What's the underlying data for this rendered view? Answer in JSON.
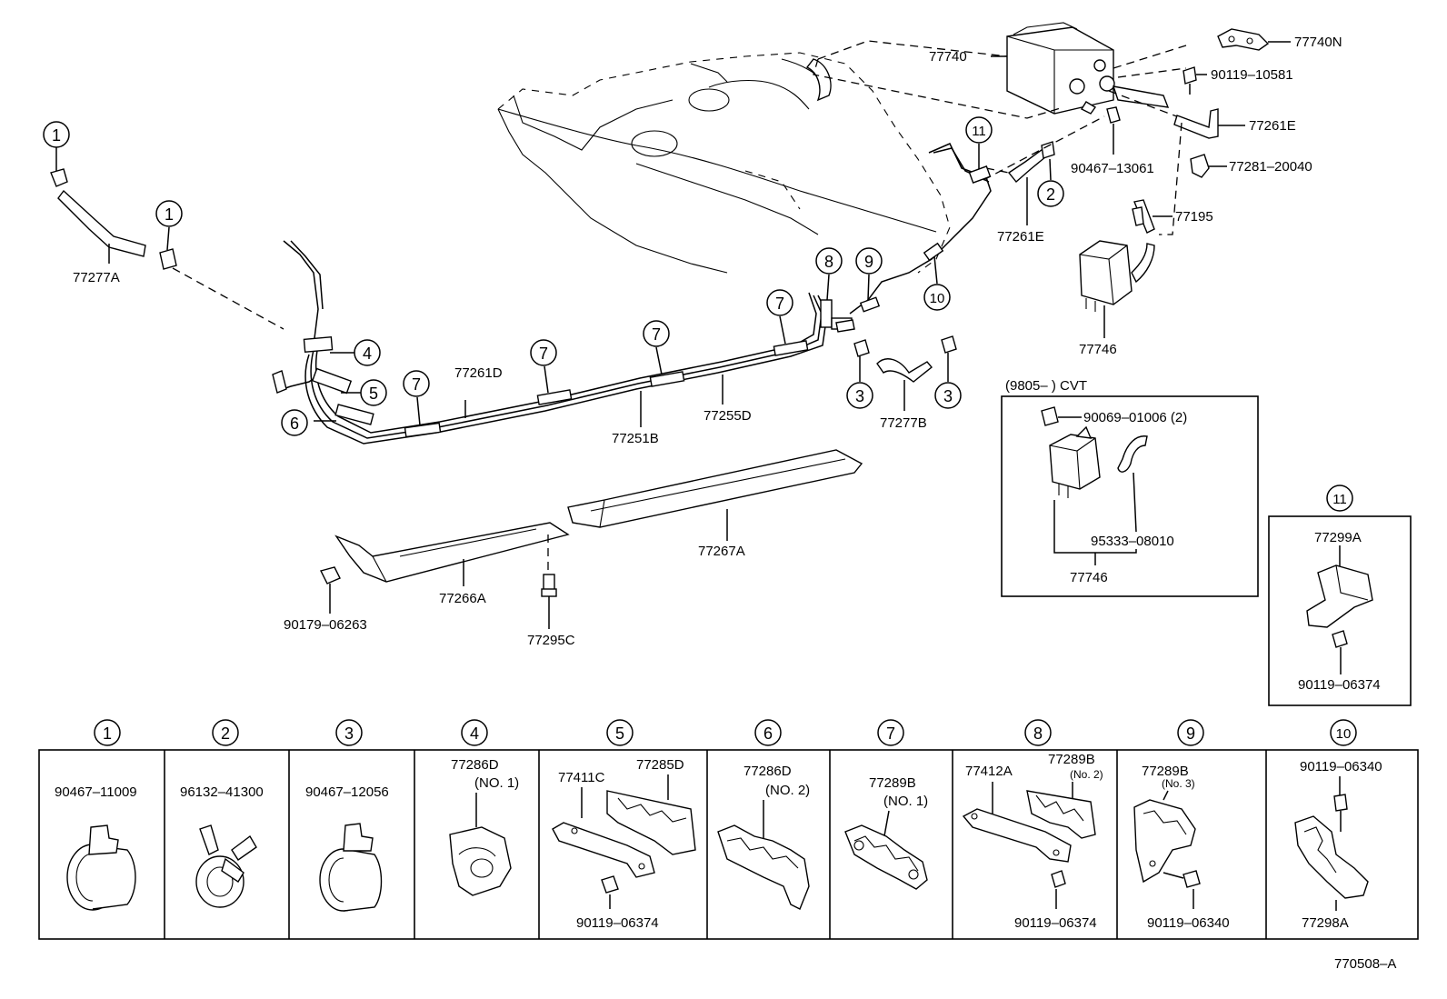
{
  "diagram": {
    "figure_code": "770508–A",
    "callouts": [
      "1",
      "2",
      "3",
      "4",
      "5",
      "6",
      "7",
      "8",
      "9",
      "10",
      "11"
    ],
    "parts": {
      "p77740": "77740",
      "p77740N": "77740N",
      "p90119_10581": "90119–10581",
      "p77261E_a": "77261E",
      "p90467_13061": "90467–13061",
      "p77281_20040": "77281–20040",
      "p77195": "77195",
      "p77261E_b": "77261E",
      "p77746": "77746",
      "p77277A": "77277A",
      "p77261D": "77261D",
      "p77251B": "77251B",
      "p77255D": "77255D",
      "p77277B": "77277B",
      "p77267A": "77267A",
      "p77266A": "77266A",
      "p90179_06263": "90179–06263",
      "p77295C": "77295C"
    },
    "cvt_box": {
      "title": "(9805–        ) CVT",
      "bolt": "90069–01006 (2)",
      "hose": "95333–08010",
      "vsv": "77746"
    },
    "clamp11_box": {
      "callout": "11",
      "bracket": "77299A",
      "bolt": "90119–06374"
    },
    "table": [
      {
        "callout": "1",
        "parts": [
          "90467–11009"
        ]
      },
      {
        "callout": "2",
        "parts": [
          "96132–41300"
        ]
      },
      {
        "callout": "3",
        "parts": [
          "90467–12056"
        ]
      },
      {
        "callout": "4",
        "parts": [
          "77286D",
          "(NO. 1)"
        ]
      },
      {
        "callout": "5",
        "parts": [
          "77411C",
          "77285D",
          "90119–06374"
        ]
      },
      {
        "callout": "6",
        "parts": [
          "77286D",
          "(NO. 2)"
        ]
      },
      {
        "callout": "7",
        "parts": [
          "77289B",
          "(NO. 1)"
        ]
      },
      {
        "callout": "8",
        "parts": [
          "77412A",
          "77289B",
          "(No. 2)",
          "90119–06374"
        ]
      },
      {
        "callout": "9",
        "parts": [
          "77289B",
          "(No. 3)",
          "90119–06340"
        ]
      },
      {
        "callout": "10",
        "parts": [
          "90119–06340",
          "77298A"
        ]
      }
    ]
  }
}
